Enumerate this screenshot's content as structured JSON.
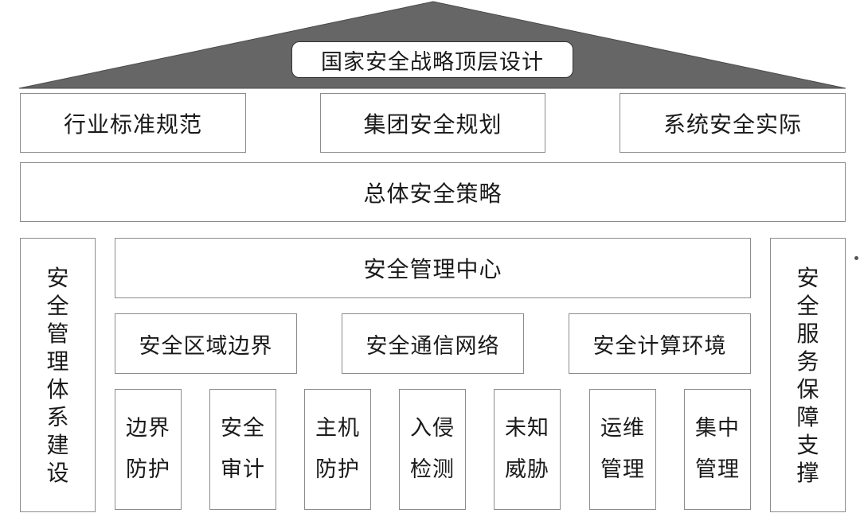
{
  "roof": {
    "title": "国家安全战略顶层设计",
    "fill": "#666666"
  },
  "top_row": [
    "行业标准规范",
    "集团安全规划",
    "系统安全实际"
  ],
  "strategy": "总体安全策略",
  "left_pillar": "安\n全\n管\n理\n体\n系\n建\n设",
  "right_pillar": "安\n全\n服\n务\n保\n障\n支\n撑",
  "center": {
    "management_center": "安全管理中心",
    "mid_row": [
      "安全区域边界",
      "安全通信网络",
      "安全计算环境"
    ],
    "functions": [
      "边界\n防护",
      "安全\n审计",
      "主机\n防护",
      "入侵\n检测",
      "未知\n威胁",
      "运维\n管理",
      "集中\n管理"
    ]
  }
}
